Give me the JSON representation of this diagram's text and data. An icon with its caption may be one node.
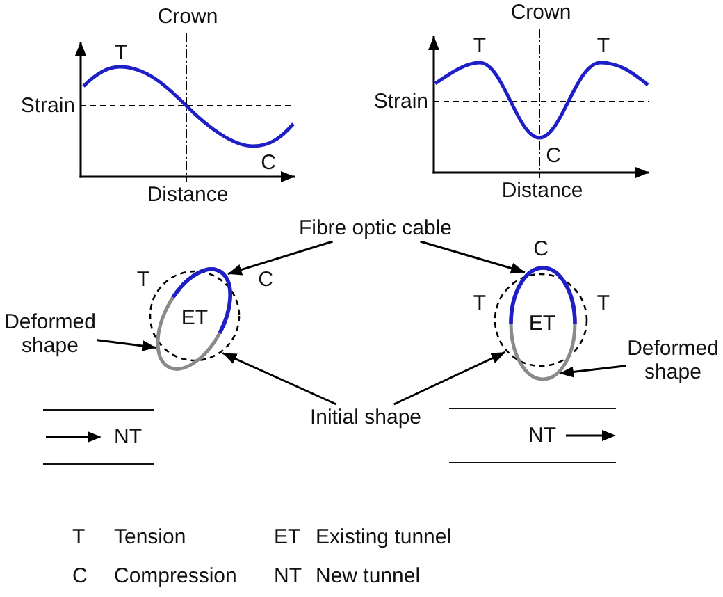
{
  "diagram": {
    "nodes": [
      {
        "text": [
          "Fibre optic cable"
        ]
      },
      {
        "text": [
          "ET"
        ]
      },
      {
        "text": [],
        "shape": "circle"
      },
      {
        "text": [
          "Deformed shape"
        ]
      },
      {
        "text": [
          "ET"
        ]
      },
      {
        "text": [],
        "shape": "circle"
      },
      {
        "text": [
          "Deformed shape"
        ]
      },
      {
        "text": [
          "Initial shape"
        ]
      },
      {
        "text": [
          "NT"
        ]
      },
      {
        "text": [
          "NT"
        ]
      }
    ],
    "edges": [
      {
        "from": 0,
        "to": 1,
        "arrow": "to"
      },
      {
        "from": 0,
        "to": 4,
        "arrow": "to"
      },
      {
        "from": 3,
        "to": 1,
        "arrow": "to"
      },
      {
        "from": 7,
        "to": 2,
        "arrow": "to"
      },
      {
        "from": 7,
        "to": 5,
        "arrow": "to"
      },
      {
        "from": 6,
        "to": 4,
        "arrow": "to"
      }
    ],
    "labels": [
      "Crown",
      "T",
      "Strain",
      "C",
      "Distance",
      "Crown",
      "T",
      "T",
      "Strain",
      "C",
      "Distance",
      "T",
      "C",
      "C",
      "T",
      "T",
      "T",
      "Tension",
      "ET",
      "Existing tunnel",
      "C",
      "Compression",
      "NT",
      "New tunnel"
    ]
  }
}
